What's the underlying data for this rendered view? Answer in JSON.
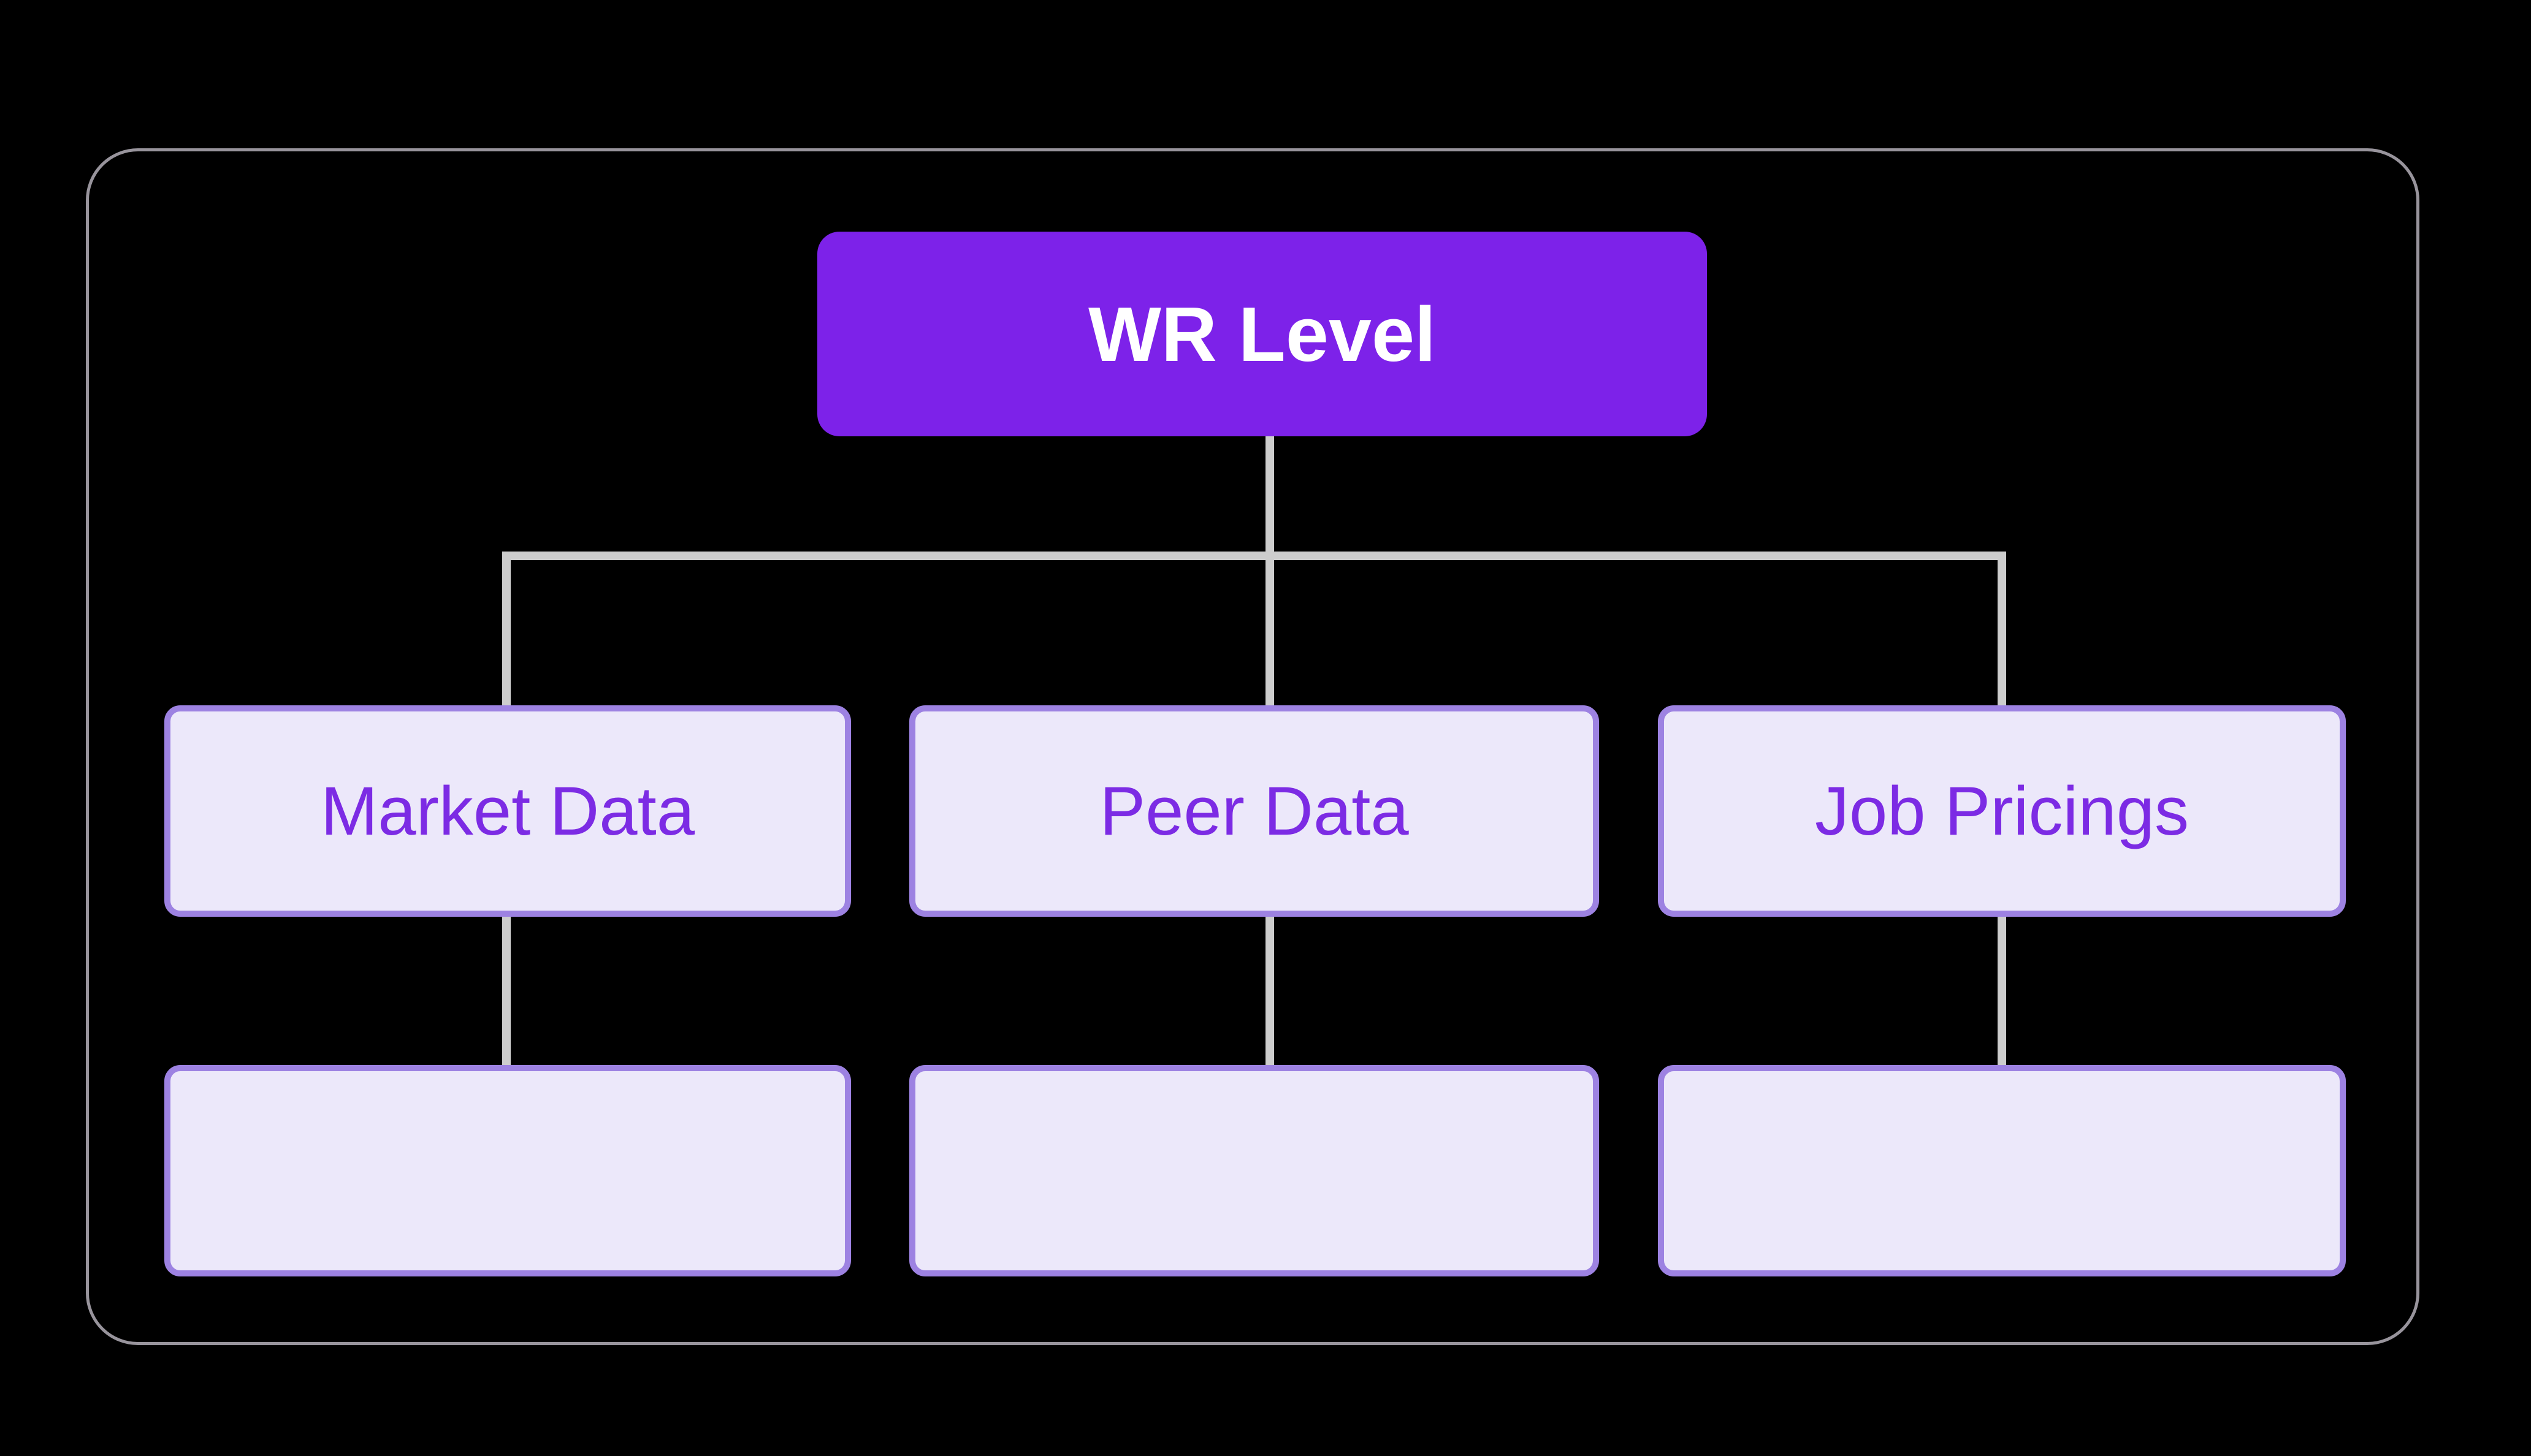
{
  "theme": {
    "background": "#000000",
    "frame_border": "#98949C",
    "connector": "#CDCDCD",
    "root_fill": "#7D22E9",
    "root_text": "#FFFFFF",
    "node_fill": "#ECE8FA",
    "node_border": "#9D82E2",
    "node_text": "#7C2BE4"
  },
  "diagram": {
    "root": {
      "label": "WR Level"
    },
    "level2": [
      {
        "label": "Market Data"
      },
      {
        "label": "Peer Data"
      },
      {
        "label": "Job Pricings"
      }
    ],
    "level3": [
      {
        "label": ""
      },
      {
        "label": ""
      },
      {
        "label": ""
      }
    ]
  }
}
